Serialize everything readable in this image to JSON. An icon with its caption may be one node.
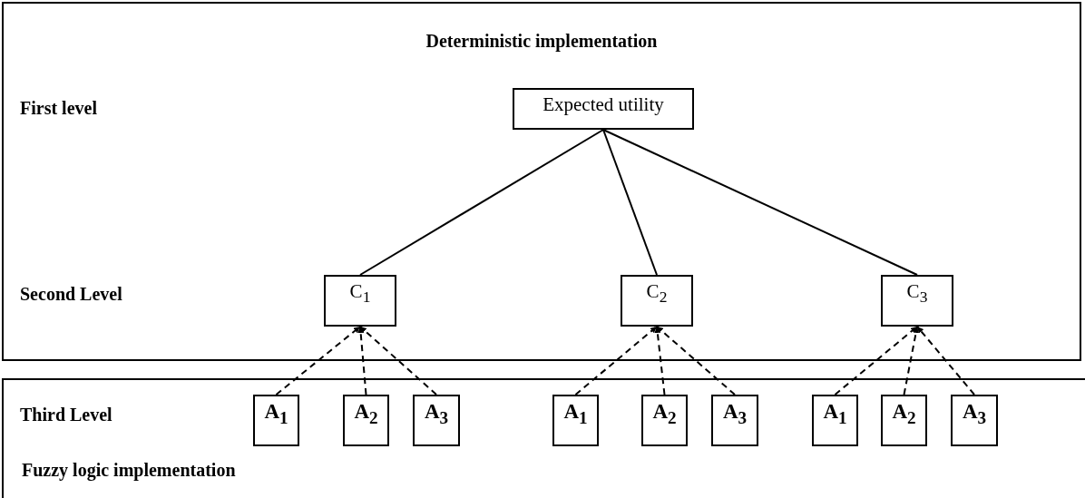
{
  "diagram": {
    "nodes": [
      {
        "text": [
          "Deterministic implementation"
        ]
      },
      {
        "text": [
          "Expected utility"
        ],
        "in": 0
      },
      {
        "text": [
          "C$_{1}$"
        ],
        "in": 0
      },
      {
        "text": [
          "C$_{2}$"
        ],
        "in": 0
      },
      {
        "text": [
          "C$_{3}$"
        ],
        "in": 0
      },
      {
        "text": [
          "Fuzzy logic implementation"
        ]
      },
      {
        "text": [
          "A$_{1}$"
        ],
        "in": 5
      },
      {
        "text": [
          "A$_{2}$"
        ],
        "in": 5
      },
      {
        "text": [
          "A$_{3}$"
        ],
        "in": 5
      },
      {
        "text": [
          "A$_{1}$"
        ],
        "in": 5
      },
      {
        "text": [
          "A$_{2}$"
        ],
        "in": 5
      },
      {
        "text": [
          "A$_{3}$"
        ],
        "in": 5
      },
      {
        "text": [
          "A$_{1}$"
        ],
        "in": 5
      },
      {
        "text": [
          "A$_{2}$"
        ],
        "in": 5
      },
      {
        "text": [
          "A$_{3}$"
        ],
        "in": 5
      }
    ],
    "edges": [
      {
        "from": 1,
        "to": 2,
        "arrow": "none"
      },
      {
        "from": 1,
        "to": 3,
        "arrow": "none"
      },
      {
        "from": 1,
        "to": 4,
        "arrow": "none"
      },
      {
        "from": 6,
        "to": 2,
        "arrow": "to",
        "style": "dashed"
      },
      {
        "from": 7,
        "to": 2,
        "arrow": "to",
        "style": "dashed"
      },
      {
        "from": 8,
        "to": 2,
        "arrow": "to",
        "style": "dashed"
      },
      {
        "from": 9,
        "to": 3,
        "arrow": "to",
        "style": "dashed"
      },
      {
        "from": 10,
        "to": 3,
        "arrow": "to",
        "style": "dashed"
      },
      {
        "from": 11,
        "to": 3,
        "arrow": "to",
        "style": "dashed"
      },
      {
        "from": 12,
        "to": 4,
        "arrow": "to",
        "style": "dashed"
      },
      {
        "from": 13,
        "to": 4,
        "arrow": "to",
        "style": "dashed"
      },
      {
        "from": 14,
        "to": 4,
        "arrow": "to",
        "style": "dashed"
      }
    ],
    "labels": [
      "First level",
      "Second Level",
      "Third Level"
    ]
  }
}
